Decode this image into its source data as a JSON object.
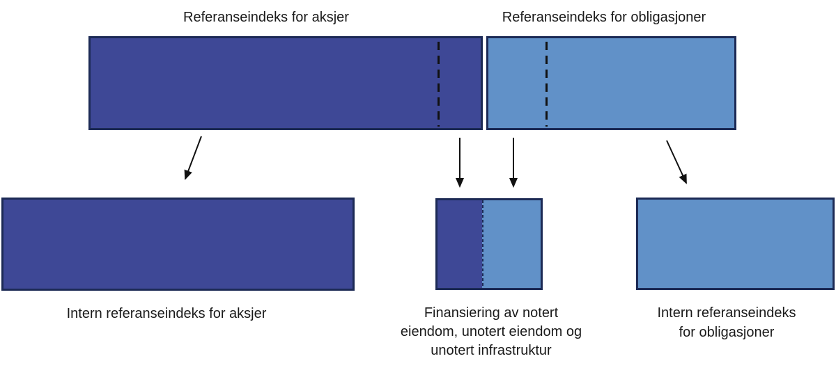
{
  "labels": {
    "top_equity": "Referanseindeks for aksjer",
    "top_bonds": "Referanseindeks for obligasjoner",
    "bottom_equity": "Intern referanseindeks for aksjer",
    "financing_lines": [
      "Finansiering av notert",
      "eiendom, unotert eiendom og",
      "unotert infrastruktur"
    ],
    "bottom_bonds_lines": [
      "Intern referanseindeks",
      "for obligasjoner"
    ]
  },
  "colors": {
    "equity_fill": "#3e4896",
    "bonds_fill": "#6191c8",
    "box_border": "#1c2a55",
    "dashed_line": "#111111",
    "arrow": "#111111",
    "text": "#1a1a1a",
    "background": "#ffffff"
  }
}
